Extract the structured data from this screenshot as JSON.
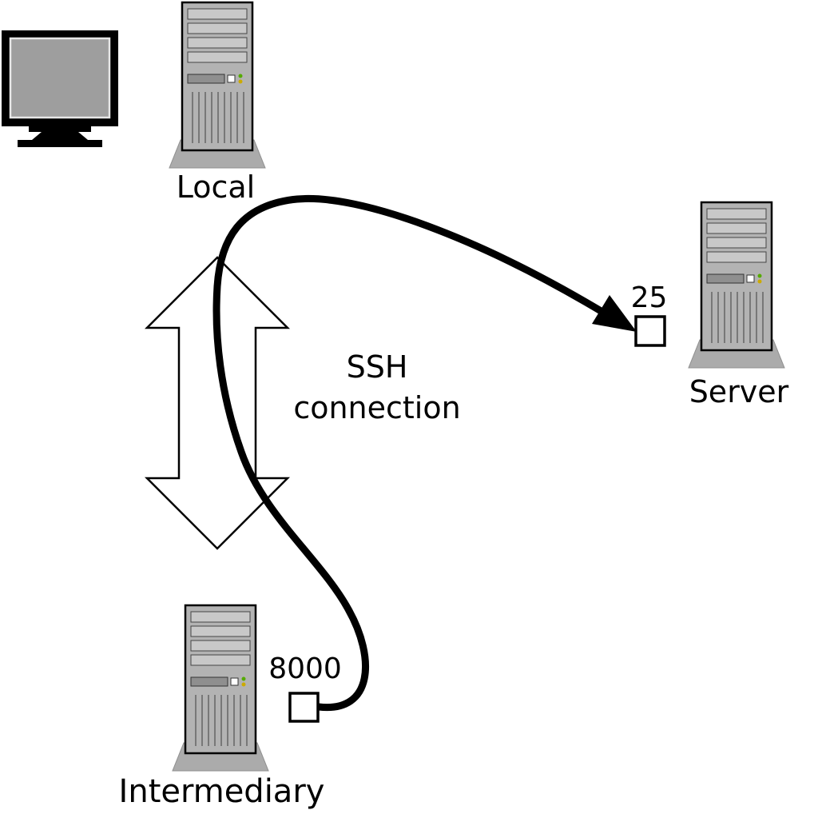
{
  "diagram": {
    "nodes": {
      "local": {
        "label": "Local"
      },
      "server": {
        "label": "Server"
      },
      "intermediary": {
        "label": "Intermediary"
      }
    },
    "ports": {
      "server_port": "25",
      "intermediary_port": "8000"
    },
    "connection": {
      "label": "SSH connection"
    },
    "icons": [
      "monitor-icon",
      "local-tower-icon",
      "server-tower-icon",
      "intermediary-tower-icon",
      "ssh-tunnel-double-arrow",
      "forwarded-connection-curve"
    ],
    "colors": {
      "tower_body": "#b3b3b3",
      "tower_slat": "#c8c8c8",
      "pedestal": "#ababab",
      "led_green": "#55aa00",
      "led_amber": "#ccaa00",
      "line": "#000000",
      "port_box_fill": "#ffffff",
      "background": "#ffffff"
    }
  }
}
